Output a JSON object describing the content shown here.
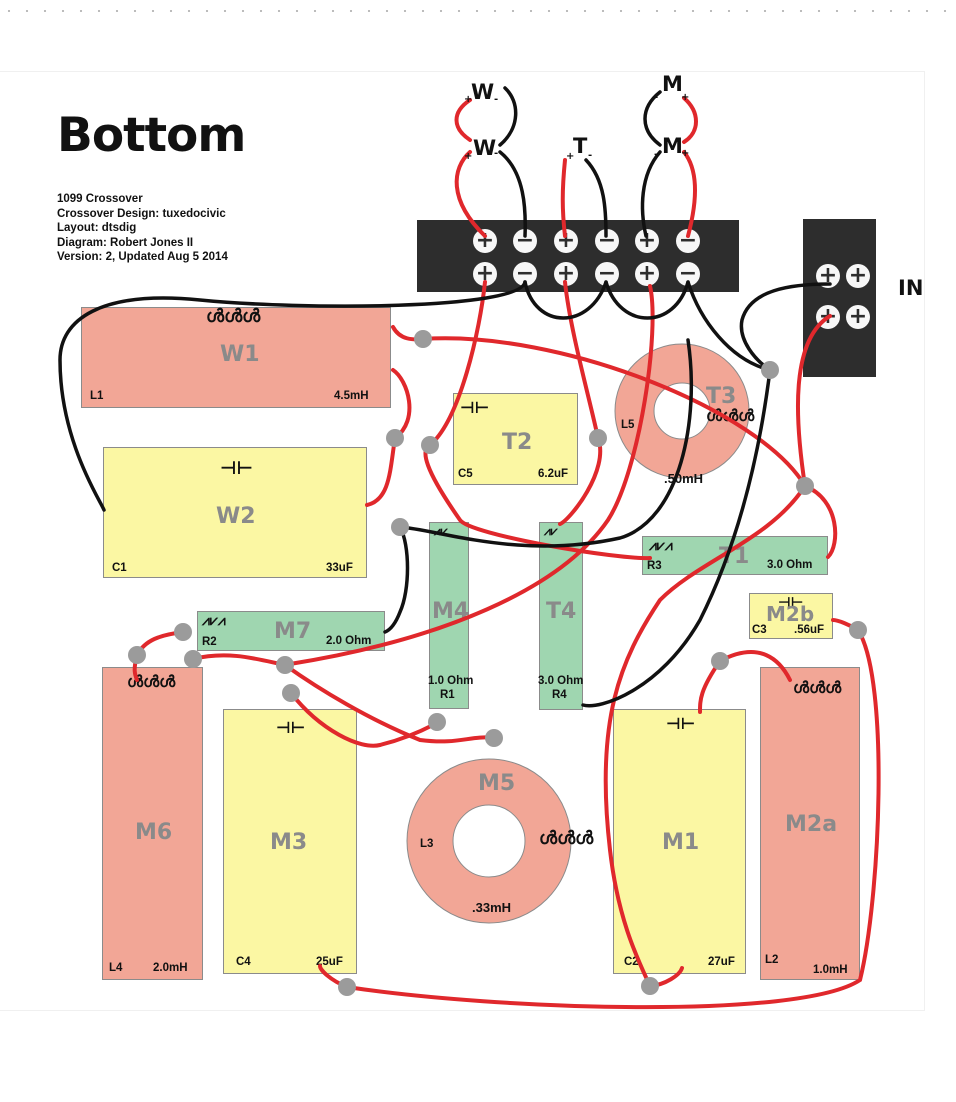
{
  "title": "Bottom",
  "meta": [
    "1099 Crossover",
    "Crossover Design: tuxedocivic",
    "Layout: dtsdig",
    "Diagram: Robert Jones II",
    "Version: 2, Updated Aug 5 2014"
  ],
  "input_label": "IN",
  "speaker_wires": {
    "w_top": "W",
    "w_bottom": "W",
    "t": "T",
    "m_top": "M",
    "m_bottom": "M",
    "plus": "+",
    "minus": "-"
  },
  "terminal_signs": [
    "+",
    "−",
    "+",
    "−",
    "+",
    "−"
  ],
  "input_signs": [
    "+",
    "+",
    "+",
    "+"
  ],
  "components": {
    "W1": {
      "name": "W1",
      "ref": "L1",
      "value": "4.5mH"
    },
    "W2": {
      "name": "W2",
      "ref": "C1",
      "value": "33uF"
    },
    "T2": {
      "name": "T2",
      "ref": "C5",
      "value": "6.2uF"
    },
    "T3": {
      "name": "T3",
      "ref": "L5",
      "value": ".50mH"
    },
    "T1": {
      "name": "T1",
      "ref": "R3",
      "value": "3.0 Ohm"
    },
    "M4": {
      "name": "M4",
      "ref": "R1",
      "value": "1.0 Ohm"
    },
    "T4": {
      "name": "T4",
      "ref": "R4",
      "value": "3.0 Ohm"
    },
    "M7": {
      "name": "M7",
      "ref": "R2",
      "value": "2.0 Ohm"
    },
    "M2b": {
      "name": "M2b",
      "ref": "C3",
      "value": ".56uF"
    },
    "M6": {
      "name": "M6",
      "ref": "L4",
      "value": "2.0mH"
    },
    "M3": {
      "name": "M3",
      "ref": "C4",
      "value": "25uF"
    },
    "M5": {
      "name": "M5",
      "ref": "L3",
      "value": ".33mH"
    },
    "M1": {
      "name": "M1",
      "ref": "C2",
      "value": "27uF"
    },
    "M2a": {
      "name": "M2a",
      "ref": "L2",
      "value": "1.0mH"
    }
  },
  "colors": {
    "inductor": "#f2a696",
    "capacitor": "#fbf7a3",
    "resistor": "#9fd6b0",
    "wire_red": "#e0282c",
    "wire_black": "#111111",
    "terminal_block": "#2d2d2d",
    "solder_joint": "#9b9b9b"
  },
  "symbols": {
    "inductor": "inductor-symbol",
    "capacitor": "capacitor-symbol",
    "resistor": "resistor-symbol"
  }
}
